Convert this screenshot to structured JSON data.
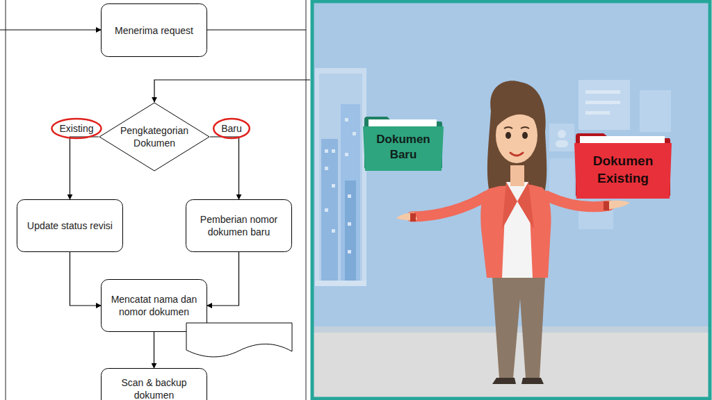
{
  "diagram": {
    "nodes": [
      {
        "text": [
          "Menerima request"
        ]
      },
      {
        "text": [
          "Pengkategorian Dokumen"
        ]
      },
      {
        "text": [
          "Update status revisi"
        ]
      },
      {
        "text": [
          "Pemberian nomor dokumen baru"
        ]
      },
      {
        "text": [
          "Mencatat nama dan nomor dokumen"
        ]
      },
      {
        "text": [
          "Scan & backup dokumen"
        ]
      },
      {
        "text": [
          "Dokumen Baru"
        ]
      },
      {
        "text": [
          "Dokumen Existing"
        ]
      }
    ],
    "edges": [
      {
        "from": 1,
        "to": 2,
        "arrow": "to",
        "label": "Existing"
      },
      {
        "from": 1,
        "to": 3,
        "arrow": "to",
        "label": "Baru"
      },
      {
        "from": 2,
        "to": 4,
        "arrow": "to"
      },
      {
        "from": 3,
        "to": 4,
        "arrow": "to"
      },
      {
        "from": 4,
        "to": 5,
        "arrow": "to"
      }
    ]
  }
}
